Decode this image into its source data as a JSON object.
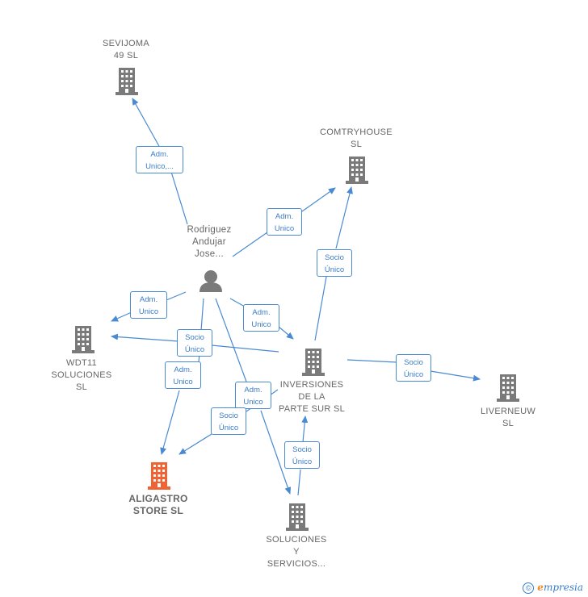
{
  "colors": {
    "edge": "#4a8ad2",
    "building": "#7a7a7a",
    "focus_building": "#f06433",
    "person": "#7a7a7a"
  },
  "nodes": {
    "sevijoma": {
      "label": "SEVIJOMA\n49  SL",
      "icon": "building-icon"
    },
    "comtryhouse": {
      "label": "COMTRYHOUSE\nSL",
      "icon": "building-icon"
    },
    "person": {
      "label": "Rodriguez\nAndujar\nJose...",
      "icon": "person-icon"
    },
    "wdt11": {
      "label": "WDT11\nSOLUCIONES\nSL",
      "icon": "building-icon"
    },
    "inversiones": {
      "label": "INVERSIONES\nDE LA\nPARTE SUR  SL",
      "icon": "building-icon"
    },
    "liverneuw": {
      "label": "LIVERNEUW\nSL",
      "icon": "building-icon"
    },
    "aligastro": {
      "label": "ALIGASTRO\nSTORE  SL",
      "icon": "building-icon"
    },
    "soluciones": {
      "label": "SOLUCIONES\nY\nSERVICIOS...",
      "icon": "building-icon"
    }
  },
  "edges": {
    "e1": "Adm.\nUnico,...",
    "e2": "Adm.\nUnico",
    "e3": "Adm.\nUnico",
    "e4": "Adm.\nUnico",
    "e5": "Adm.\nUnico",
    "e6": "Adm.\nUnico",
    "e7": "Socio\nÚnico",
    "e8": "Socio\nÚnico",
    "e9": "Socio\nÚnico",
    "e10": "Socio\nÚnico",
    "e11": "Socio\nÚnico"
  },
  "watermark": {
    "copyright": "©",
    "brand_first": "e",
    "brand_rest": "mpresia"
  }
}
